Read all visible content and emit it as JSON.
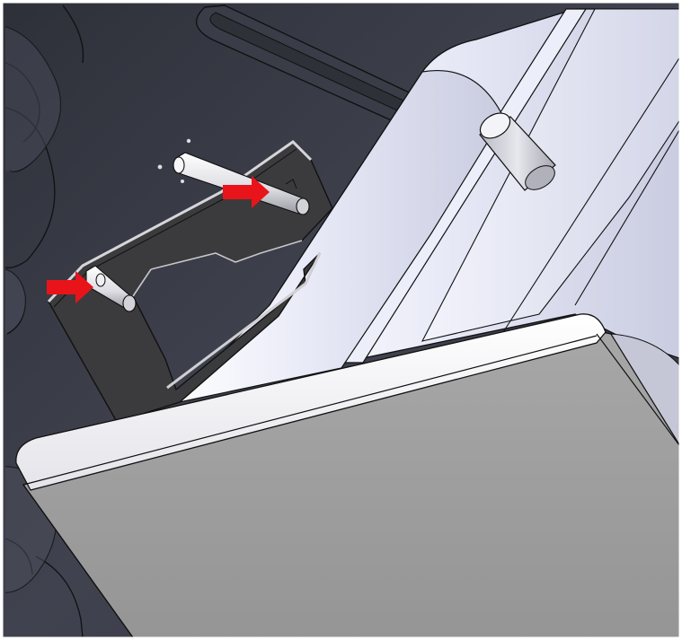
{
  "view": {
    "type": "3d-cad-render",
    "colors": {
      "background_housing": "#3c3f4a",
      "housing_shade": "#30323b",
      "housing_highlight": "#5a5d6a",
      "cylinder_light": "#eef0fb",
      "cylinder_mid": "#d6d9ea",
      "bracket_plate": "#3a3a3c",
      "bracket_edge": "#c9c9cc",
      "pin": "#e9e9ee",
      "cover_face": "#9e9e9e",
      "cover_rim": "#f5f5f7",
      "edge_line": "#111111",
      "arrow": "#e8141a",
      "frame_border": "#ffffff"
    },
    "callouts": [
      {
        "name": "arrow-pin-left",
        "target": "left-mounting-pin"
      },
      {
        "name": "arrow-pin-right",
        "target": "right-mounting-pin"
      }
    ]
  }
}
